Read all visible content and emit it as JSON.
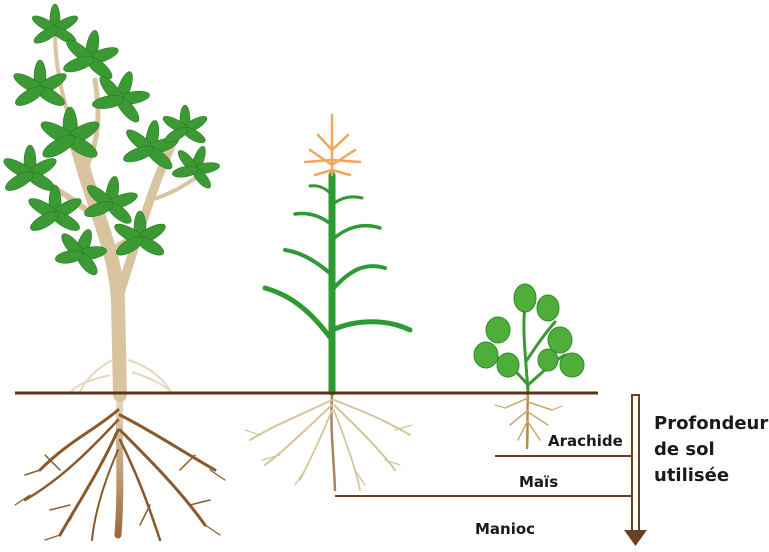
{
  "plants": [
    {
      "name": "cassava-plant"
    },
    {
      "name": "maize-plant"
    },
    {
      "name": "peanut-plant"
    }
  ],
  "labels": {
    "arachide": "Arachide",
    "mais": "Maïs",
    "manioc": "Manioc"
  },
  "depth_caption": {
    "line1": "Profondeur",
    "line2": "de sol",
    "line3": "utilisée"
  },
  "colors": {
    "soil_line": "#5a3418",
    "leaf_dark": "#2f8a2a",
    "leaf_light": "#5dbb3a",
    "stem_tan": "#d9c39a",
    "root_brown": "#8a5a2b",
    "root_tan": "#c9a86a",
    "maize_green": "#2e9a33",
    "tassel_orange": "#f2a65a",
    "arrow_brown": "#6b3f1f"
  }
}
